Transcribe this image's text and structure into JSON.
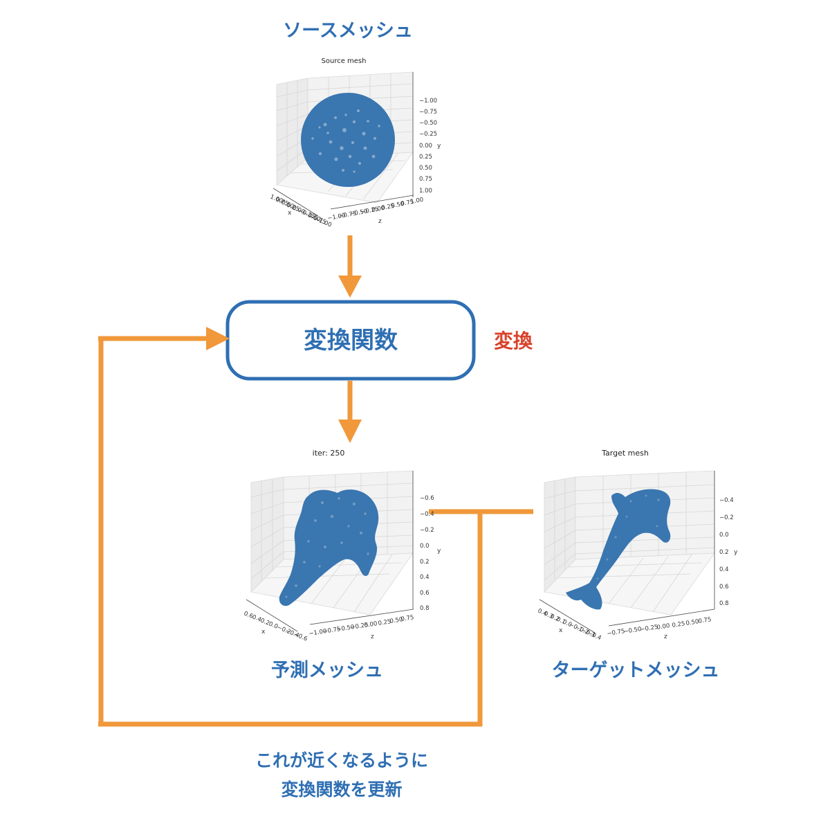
{
  "diagram": {
    "source_label": "ソースメッシュ",
    "transform_box_label": "変換関数",
    "transform_side_label": "変換",
    "predicted_label": "予測メッシュ",
    "target_label": "ターゲットメッシュ",
    "update_caption_line1": "これが近くなるように",
    "update_caption_line2": "変換関数を更新"
  },
  "plots": {
    "source": {
      "title": "Source mesh",
      "y_label": "y",
      "x_label": "x",
      "z_label": "z",
      "y_ticks": [
        "−1.00",
        "−0.75",
        "−0.50",
        "−0.25",
        "0.00",
        "0.25",
        "0.50",
        "0.75",
        "1.00"
      ],
      "x_ticks": [
        "1.00",
        "0.75",
        "0.50",
        "0.25",
        "0.00",
        "−0.25",
        "−0.50",
        "−0.75",
        "−1.00"
      ],
      "z_ticks": [
        "−1.00",
        "−0.75",
        "−0.50",
        "−0.25",
        "0.00",
        "0.25",
        "0.50",
        "0.75",
        "1.00"
      ]
    },
    "predicted": {
      "title": "iter: 250",
      "y_label": "y",
      "x_label": "x",
      "z_label": "z",
      "y_ticks": [
        "−0.6",
        "−0.4",
        "−0.2",
        "0.0",
        "0.2",
        "0.4",
        "0.6",
        "0.8"
      ],
      "x_ticks": [
        "0.6",
        "0.4",
        "0.2",
        "0.0",
        "−0.2",
        "−0.4",
        "−0.6"
      ],
      "z_ticks": [
        "−1.00",
        "−0.75",
        "−0.50",
        "−0.25",
        "0.00",
        "0.25",
        "0.50",
        "0.75"
      ]
    },
    "target": {
      "title": "Target mesh",
      "y_label": "y",
      "x_label": "x",
      "z_label": "z",
      "y_ticks": [
        "−0.4",
        "−0.2",
        "0.0",
        "0.2",
        "0.4",
        "0.6",
        "0.8"
      ],
      "x_ticks": [
        "0.4",
        "0.3",
        "0.2",
        "0.1",
        "0.0",
        "−0.1",
        "−0.2",
        "−0.3",
        "−0.4"
      ],
      "z_ticks": [
        "−0.75",
        "−0.50",
        "−0.25",
        "0.00",
        "0.25",
        "0.50",
        "0.75"
      ]
    }
  },
  "colors": {
    "title_blue": "#2f6fb3",
    "box_border_blue": "#2f6fb3",
    "arrow_orange": "#f0983a",
    "accent_red": "#d9412a",
    "mesh_blue": "#3a76b0"
  }
}
